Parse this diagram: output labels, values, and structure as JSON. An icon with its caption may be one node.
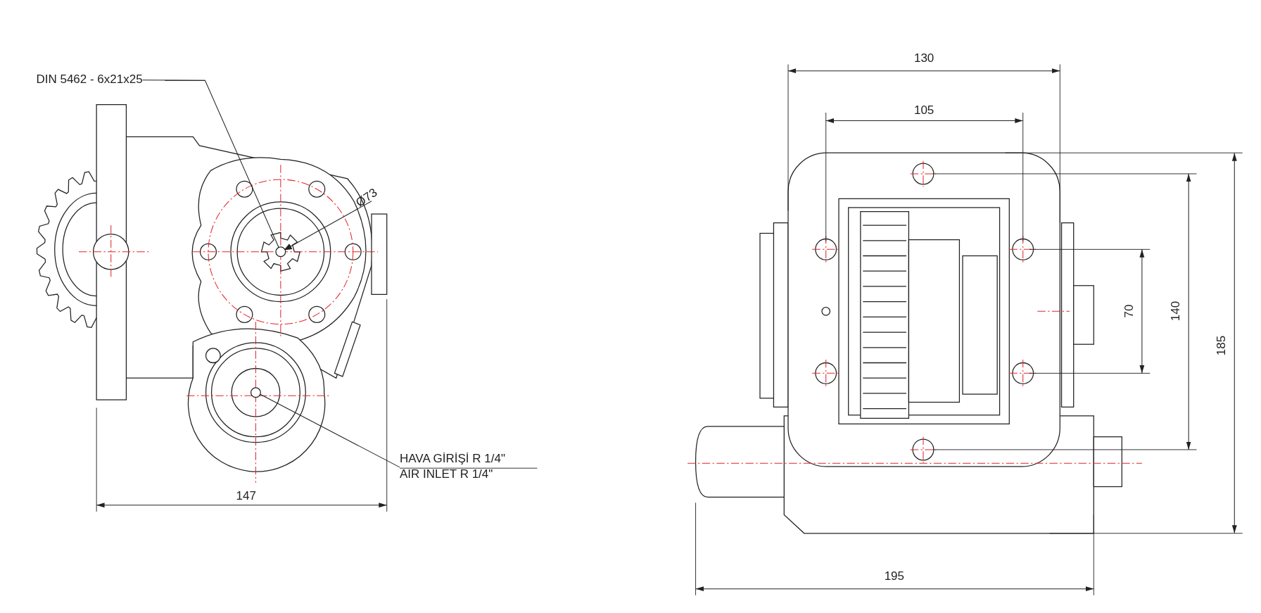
{
  "diagram": {
    "nodes": [
      {
        "text": [
          "DIN 5462 - 6x21x25"
        ]
      },
      {
        "text": [],
        "shape": "circle"
      },
      {
        "text": [
          "HAVA GİRİŞİ R 1/4\"",
          "AIR INLET R 1/4\""
        ]
      },
      {
        "text": [],
        "shape": "circle"
      }
    ],
    "edges": [
      {
        "from": 0,
        "to": 1,
        "arrow": "none"
      },
      {
        "from": 2,
        "to": 3,
        "arrow": "none"
      }
    ],
    "labels": [
      "Ø73",
      "147",
      "130",
      "105",
      "70",
      "140",
      "185",
      "195"
    ]
  }
}
